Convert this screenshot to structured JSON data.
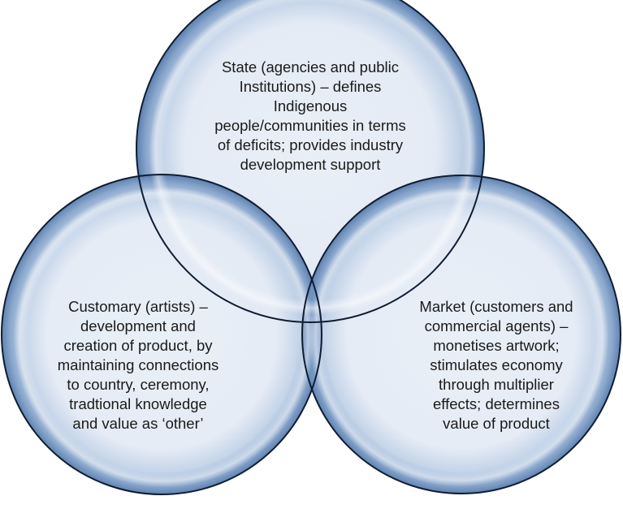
{
  "diagram": {
    "type": "venn",
    "sets": [
      {
        "id": "state",
        "name": "State",
        "lines": [
          "State (agencies and public",
          "Institutions) – defines",
          "Indigenous",
          "people/communities in terms",
          "of deficits; provides industry",
          "development support"
        ]
      },
      {
        "id": "customary",
        "name": "Customary",
        "lines": [
          "Customary (artists) –",
          "development and",
          "creation of product, by",
          "maintaining connections",
          "to country, ceremony,",
          "tradtional knowledge",
          "and value as ‘other’"
        ]
      },
      {
        "id": "market",
        "name": "Market",
        "lines": [
          "Market (customers and",
          "commercial agents) –",
          "monetises artwork;",
          "stimulates economy",
          "through multiplier",
          "effects; determines",
          "value of product"
        ]
      }
    ],
    "colors": {
      "fill_light": "#e8eef6",
      "fill_mid": "#c5d4e8",
      "fill_edge": "#5f82b0",
      "overlap": "#6f92bf",
      "stroke": "#0f1d33",
      "text": "#1a1a1a"
    }
  }
}
